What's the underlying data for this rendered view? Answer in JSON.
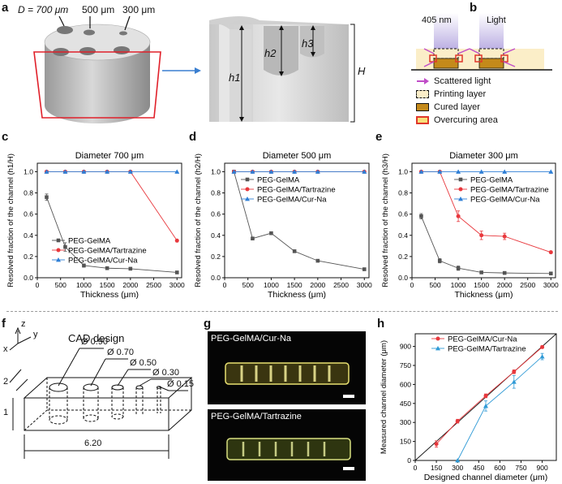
{
  "panels": {
    "a": "a",
    "b": "b",
    "c": "c",
    "d": "d",
    "e": "e",
    "f": "f",
    "g": "g",
    "h": "h"
  },
  "panel_a": {
    "d_label": "D = 700 μm",
    "d500": "500 μm",
    "d300": "300 μm",
    "h1": "h1",
    "h2": "h2",
    "h3": "h3",
    "H": "H"
  },
  "panel_b": {
    "wavelength": "405 nm",
    "light": "Light",
    "legend": [
      "Scattered light",
      "Printing layer",
      "Cured layer",
      "Overcuring area"
    ]
  },
  "panel_f": {
    "title": "CAD design",
    "axes": {
      "z": "z",
      "y": "y",
      "x": "x"
    },
    "diameters": [
      "Ø 0.90",
      "Ø 0.70",
      "Ø 0.50",
      "Ø 0.30",
      "Ø 0.15"
    ],
    "dims": {
      "depth": "2",
      "height": "1",
      "length": "6.20"
    }
  },
  "panel_g": {
    "top_label": "PEG-GelMA/Cur-Na",
    "bottom_label": "PEG-GelMA/Tartrazine"
  },
  "colors": {
    "gelma": "#555555",
    "tartrazine": "#e8383d",
    "curna": "#2f7fd6",
    "overcuring": "#e0372b",
    "cured": "#c48a1a"
  },
  "chart_data": [
    {
      "id": "c",
      "type": "line",
      "title": "Diameter 700 μm",
      "xlabel": "Thickness (μm)",
      "ylabel": "Resolved fraction of the channel (h1/H)",
      "xlim": [
        0,
        3100
      ],
      "ylim": [
        0,
        1.08
      ],
      "xticks": [
        0,
        500,
        1000,
        1500,
        2000,
        2500,
        3000
      ],
      "yticks": [
        0.0,
        0.2,
        0.4,
        0.6,
        0.8,
        1.0
      ],
      "legend": "center-right",
      "series": [
        {
          "name": "PEG-GelMA",
          "x": [
            200,
            600,
            1000,
            1500,
            2000,
            3000
          ],
          "y": [
            0.76,
            0.29,
            0.115,
            0.09,
            0.085,
            0.05
          ],
          "err": [
            0.03,
            0.04,
            0.015,
            0.008,
            0.008,
            0.006
          ]
        },
        {
          "name": "PEG-GelMA/Tartrazine",
          "x": [
            200,
            600,
            1000,
            1500,
            2000,
            3000
          ],
          "y": [
            1,
            1,
            1,
            1,
            1,
            0.35
          ]
        },
        {
          "name": "PEG-GelMA/Cur-Na",
          "x": [
            200,
            600,
            1000,
            1500,
            2000,
            3000
          ],
          "y": [
            1,
            1,
            1,
            1,
            1,
            1
          ]
        }
      ]
    },
    {
      "id": "d",
      "type": "line",
      "title": "Diameter 500 μm",
      "xlabel": "Thickness (μm)",
      "ylabel": "Resolved fraction of the channel (h2/H)",
      "xlim": [
        0,
        3100
      ],
      "ylim": [
        0,
        1.08
      ],
      "xticks": [
        0,
        500,
        1000,
        1500,
        2000,
        2500,
        3000
      ],
      "yticks": [
        0.0,
        0.2,
        0.4,
        0.6,
        0.8,
        1.0
      ],
      "legend": "top-right",
      "series": [
        {
          "name": "PEG-GelMA",
          "x": [
            200,
            600,
            1000,
            1500,
            2000,
            3000
          ],
          "y": [
            1.0,
            0.37,
            0.42,
            0.25,
            0.16,
            0.08
          ]
        },
        {
          "name": "PEG-GelMA/Tartrazine",
          "x": [
            200,
            600,
            1000,
            1500,
            2000,
            3000
          ],
          "y": [
            1,
            1,
            1,
            1,
            1,
            1
          ]
        },
        {
          "name": "PEG-GelMA/Cur-Na",
          "x": [
            200,
            600,
            1000,
            1500,
            2000,
            3000
          ],
          "y": [
            1,
            1,
            1,
            1,
            1,
            1
          ]
        }
      ]
    },
    {
      "id": "e",
      "type": "line",
      "title": "Diameter 300 μm",
      "xlabel": "Thickness (μm)",
      "ylabel": "Resolved fraction of the channel (h3/H)",
      "xlim": [
        0,
        3100
      ],
      "ylim": [
        0,
        1.08
      ],
      "xticks": [
        0,
        500,
        1000,
        1500,
        2000,
        2500,
        3000
      ],
      "yticks": [
        0.0,
        0.2,
        0.4,
        0.6,
        0.8,
        1.0
      ],
      "legend": "top-right",
      "series": [
        {
          "name": "PEG-GelMA",
          "x": [
            200,
            600,
            1000,
            1500,
            2000,
            3000
          ],
          "y": [
            0.58,
            0.16,
            0.09,
            0.05,
            0.045,
            0.04
          ],
          "err": [
            0.025,
            0.02,
            0.02,
            0.005,
            0.005,
            0.005
          ]
        },
        {
          "name": "PEG-GelMA/Tartrazine",
          "x": [
            200,
            600,
            1000,
            1500,
            2000,
            3000
          ],
          "y": [
            1.0,
            1.0,
            0.58,
            0.4,
            0.39,
            0.24
          ],
          "err": [
            0,
            0,
            0.05,
            0.04,
            0.03,
            0.01
          ]
        },
        {
          "name": "PEG-GelMA/Cur-Na",
          "x": [
            200,
            600,
            1000,
            1500,
            2000,
            3000
          ],
          "y": [
            1,
            1,
            1,
            1,
            1,
            1
          ]
        }
      ]
    },
    {
      "id": "h",
      "type": "line",
      "title": "",
      "xlabel": "Designed channel diameter (μm)",
      "ylabel": "Measured channel diameter (μm)",
      "xlim": [
        0,
        1000
      ],
      "ylim": [
        0,
        1000
      ],
      "xticks": [
        0,
        150,
        300,
        450,
        600,
        750,
        900
      ],
      "yticks": [
        0,
        150,
        300,
        450,
        600,
        750,
        900
      ],
      "legend": "top-left",
      "series": [
        {
          "name": "PEG-GelMA/Cur-Na",
          "x": [
            150,
            300,
            500,
            700,
            900
          ],
          "y": [
            130,
            310,
            510,
            700,
            895
          ],
          "err": [
            25,
            15,
            15,
            15,
            10
          ]
        },
        {
          "name": "PEG-GelMA/Tartrazine",
          "x": [
            300,
            500,
            700,
            900
          ],
          "y": [
            0,
            430,
            620,
            820
          ],
          "err": [
            0,
            40,
            50,
            25
          ]
        }
      ]
    }
  ]
}
